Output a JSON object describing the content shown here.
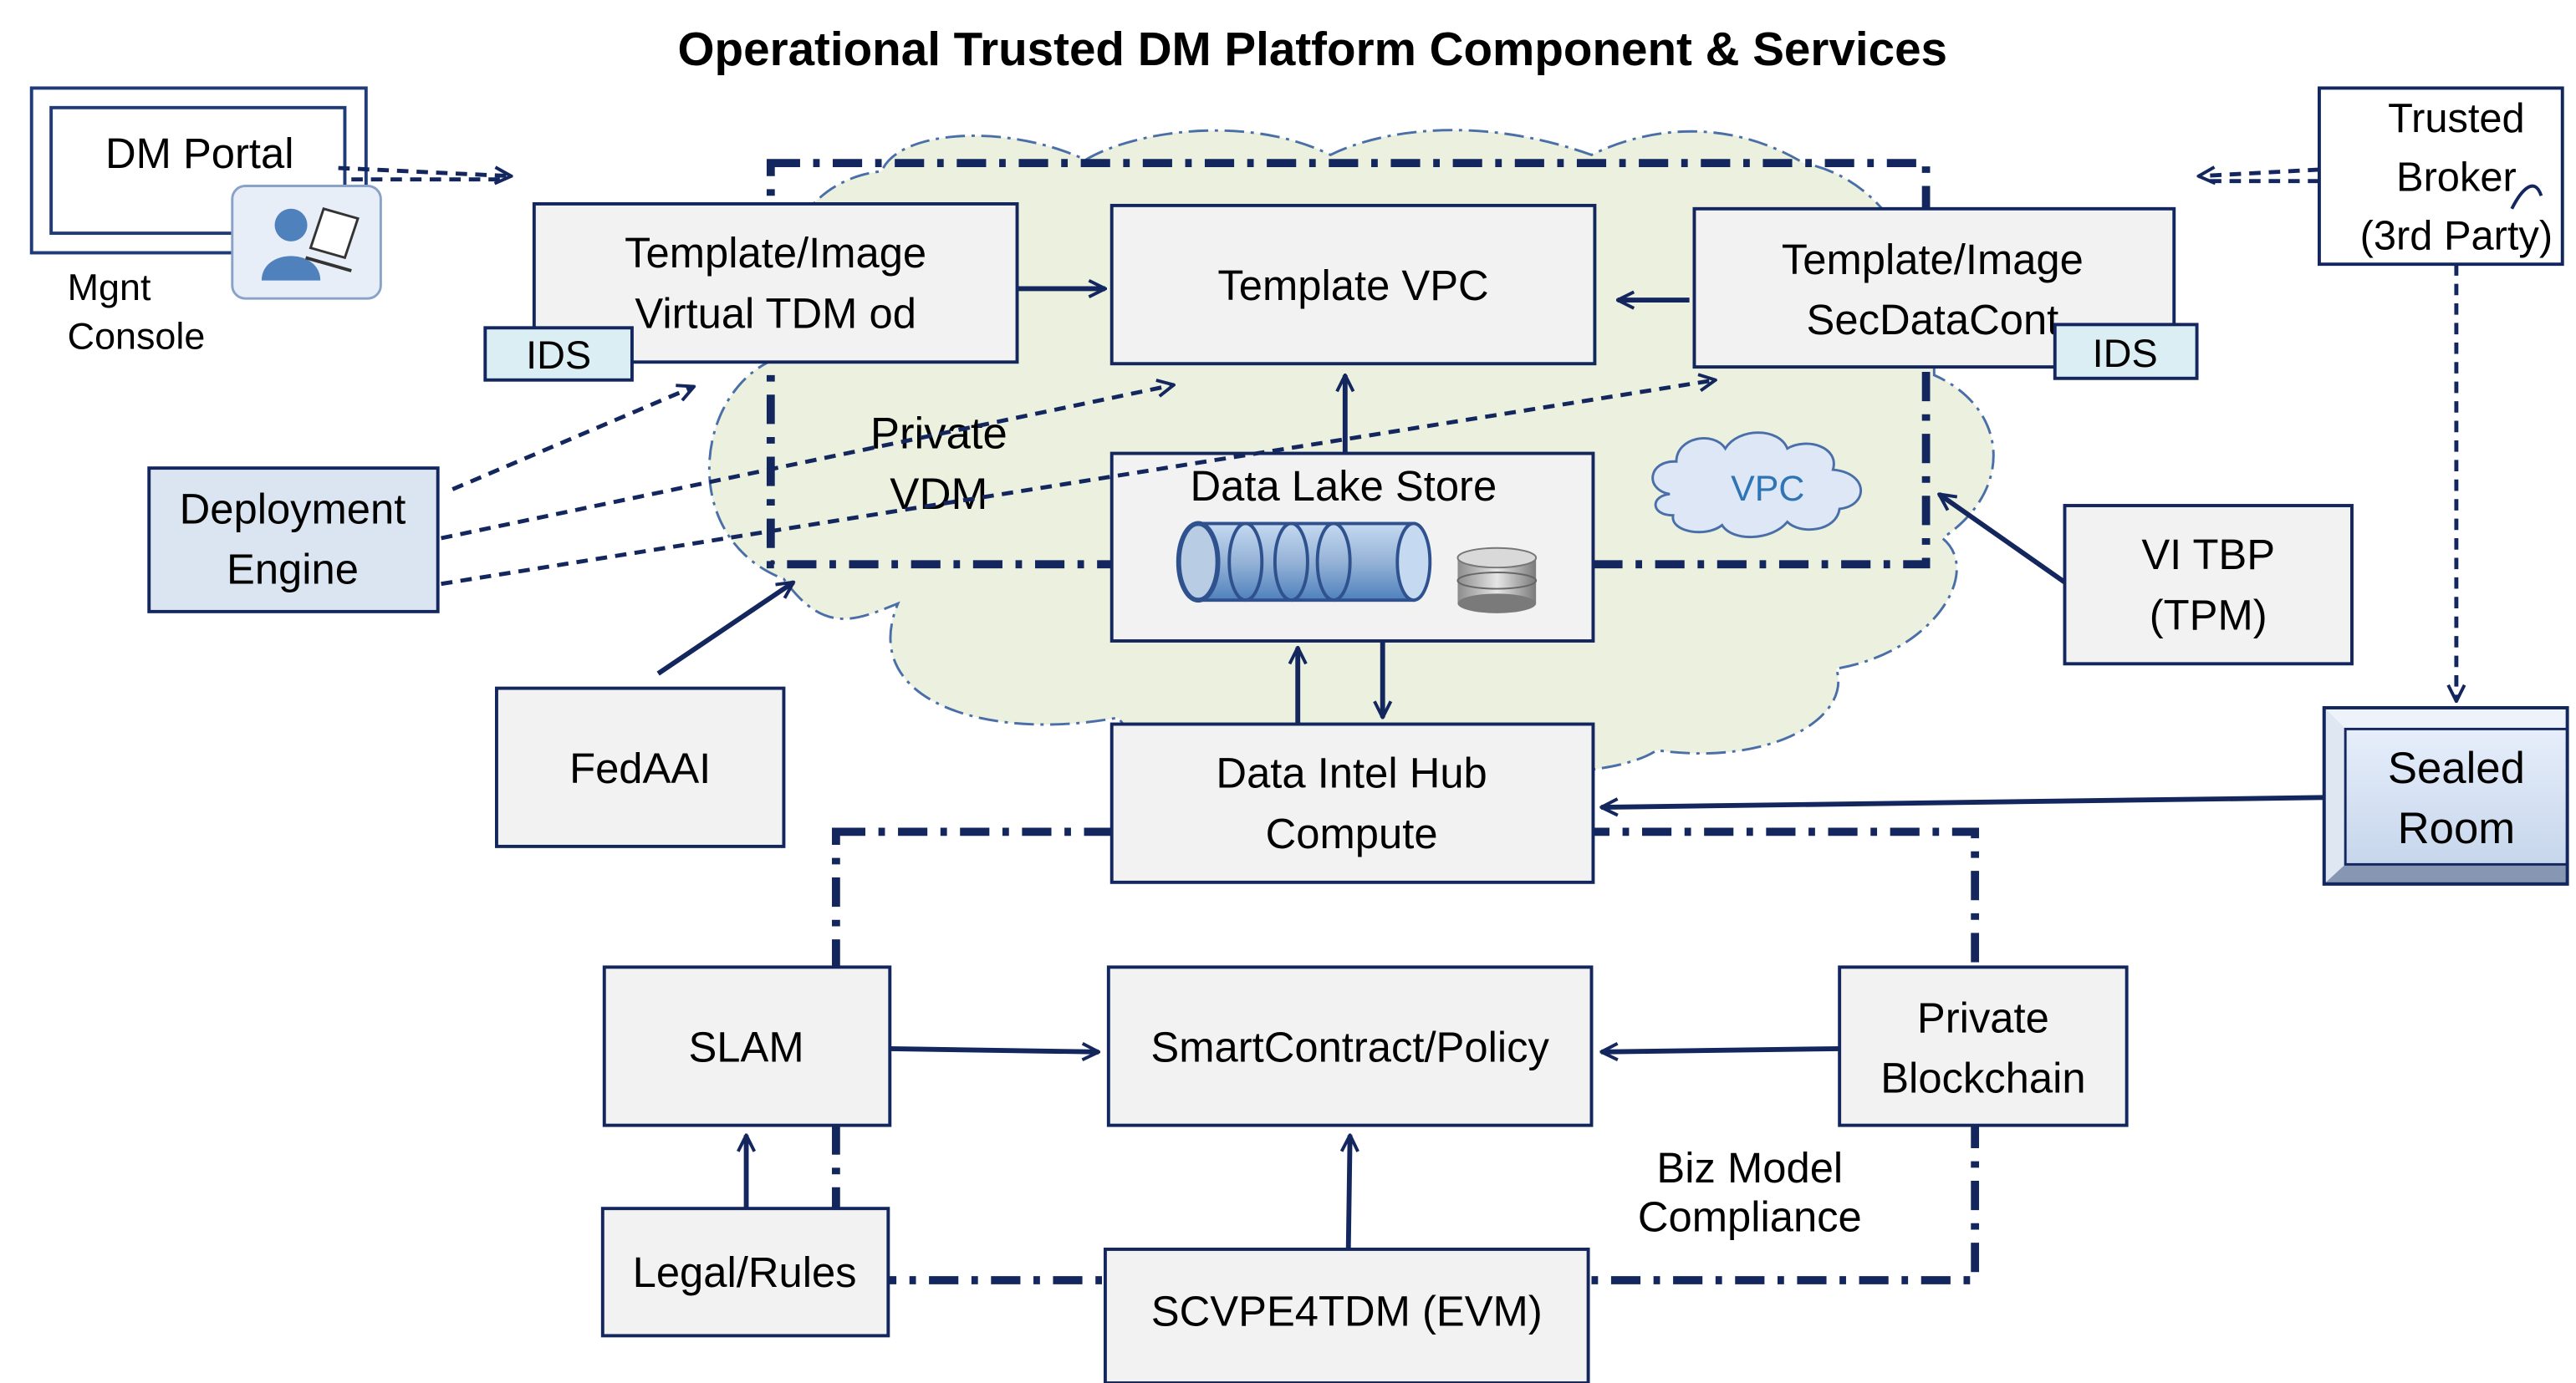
{
  "title": "Operational Trusted DM Platform Component & Services",
  "colors": {
    "navy": "#13275e",
    "box_fill": "#f2f2f2",
    "blue_fill": "#dbe5f1",
    "ids_fill": "#dbeef4",
    "cloud_fill": "#ebf1de",
    "cloud_stroke": "#4a6fa8",
    "vpc_text": "#2e75b6"
  },
  "portal": {
    "label": "DM Portal",
    "caption_line1": "Mgnt",
    "caption_line2": "Console"
  },
  "broker": {
    "line1": "Trusted",
    "line2": "Broker",
    "line3": "(3rd Party)"
  },
  "boxes": {
    "template_image_vtdm": {
      "line1": "Template/Image",
      "line2": "Virtual TDM od"
    },
    "template_vpc": {
      "line1": "Template VPC"
    },
    "template_image_sdc": {
      "line1": "Template/Image",
      "line2": "SecDataCont"
    },
    "ids_left": {
      "line1": "IDS"
    },
    "ids_right": {
      "line1": "IDS"
    },
    "deployment_engine": {
      "line1": "Deployment",
      "line2": "Engine"
    },
    "data_lake_store": {
      "line1": "Data Lake Store"
    },
    "vi_tbp": {
      "line1": "VI TBP",
      "line2": "(TPM)"
    },
    "fedaai": {
      "line1": "FedAAI"
    },
    "data_intel_hub": {
      "line1": "Data Intel Hub",
      "line2": "Compute"
    },
    "sealed_room": {
      "line1": "Sealed",
      "line2": "Room"
    },
    "slam": {
      "line1": "SLAM"
    },
    "smart_contract": {
      "line1": "SmartContract/Policy"
    },
    "private_blockchain": {
      "line1": "Private",
      "line2": "Blockchain"
    },
    "legal_rules": {
      "line1": "Legal/Rules"
    },
    "scvpe4tdm": {
      "line1": "SCVPE4TDM (EVM)"
    }
  },
  "labels": {
    "private_vdm_line1": "Private",
    "private_vdm_line2": "VDM",
    "vpc": "VPC",
    "biz_model_line1": "Biz Model",
    "biz_model_line2": "Compliance"
  }
}
